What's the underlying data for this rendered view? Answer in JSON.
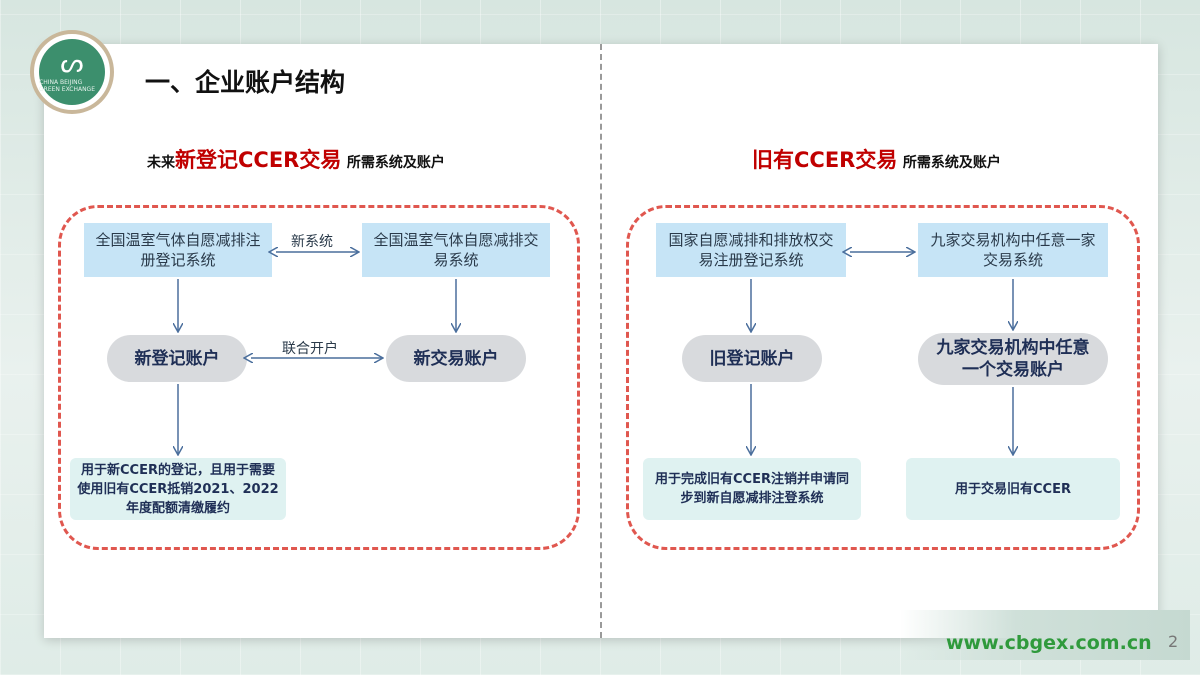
{
  "title": "一、企业账户结构",
  "logo": {
    "text": "CHINA BEIJING GREEN EXCHANGE"
  },
  "left": {
    "subtitle_prefix": "未来",
    "subtitle_main": "新登记CCER交易",
    "subtitle_suffix": "所需系统及账户",
    "box_registry": "全国温室气体自愿减排注册登记系统",
    "box_trading": "全国温室气体自愿减排交易系统",
    "link_label_top": "新系统",
    "pill_registry": "新登记账户",
    "pill_trading": "新交易账户",
    "link_label_mid": "联合开户",
    "note": "用于新CCER的登记，且用于需要使用旧有CCER抵销2021、2022年度配额清缴履约"
  },
  "right": {
    "subtitle_main": "旧有CCER交易",
    "subtitle_suffix": "所需系统及账户",
    "box_registry": "国家自愿减排和排放权交易注册登记系统",
    "box_trading": "九家交易机构中任意一家交易系统",
    "pill_registry": "旧登记账户",
    "pill_trading": "九家交易机构中任意一个交易账户",
    "note_registry": "用于完成旧有CCER注销并申请同步到新自愿减排注登系统",
    "note_trading": "用于交易旧有CCER"
  },
  "footer": {
    "url": "www.cbgex.com.cn",
    "page": "2"
  },
  "colors": {
    "accent_red": "#c00000",
    "frame_red": "#e0574f",
    "box_blue": "#c6e4f6",
    "footer_green": "#2f9a3c"
  }
}
